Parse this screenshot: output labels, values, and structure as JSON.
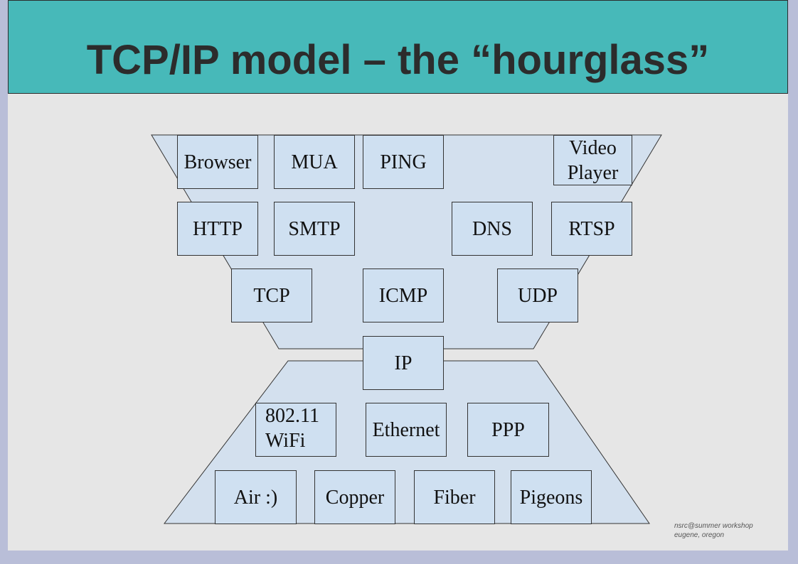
{
  "title": "TCP/IP model – the “hourglass”",
  "colors": {
    "header": "#47b9b9",
    "slide": "#e6e6e6",
    "frame": "#b9bed8",
    "box_fill": "#cfe0f1",
    "trapezoid_fill": "#d3e0ee"
  },
  "upper_layers": {
    "applications": {
      "browser": "Browser",
      "mua": "MUA",
      "ping": "PING",
      "video_player": [
        "Video",
        "Player"
      ]
    },
    "app_protocols": {
      "http": "HTTP",
      "smtp": "SMTP",
      "dns": "DNS",
      "rtsp": "RTSP"
    },
    "transport": {
      "tcp": "TCP",
      "icmp": "ICMP",
      "udp": "UDP"
    }
  },
  "network_layer": {
    "ip": "IP"
  },
  "lower_layers": {
    "link": {
      "wifi": [
        "802.11",
        "WiFi"
      ],
      "ethernet": "Ethernet",
      "ppp": "PPP"
    },
    "physical": {
      "air": "Air :)",
      "copper": "Copper",
      "fiber": "Fiber",
      "pigeons": "Pigeons"
    }
  },
  "footer": {
    "line1": "nsrc@summer workshop",
    "line2": "eugene, oregon"
  }
}
